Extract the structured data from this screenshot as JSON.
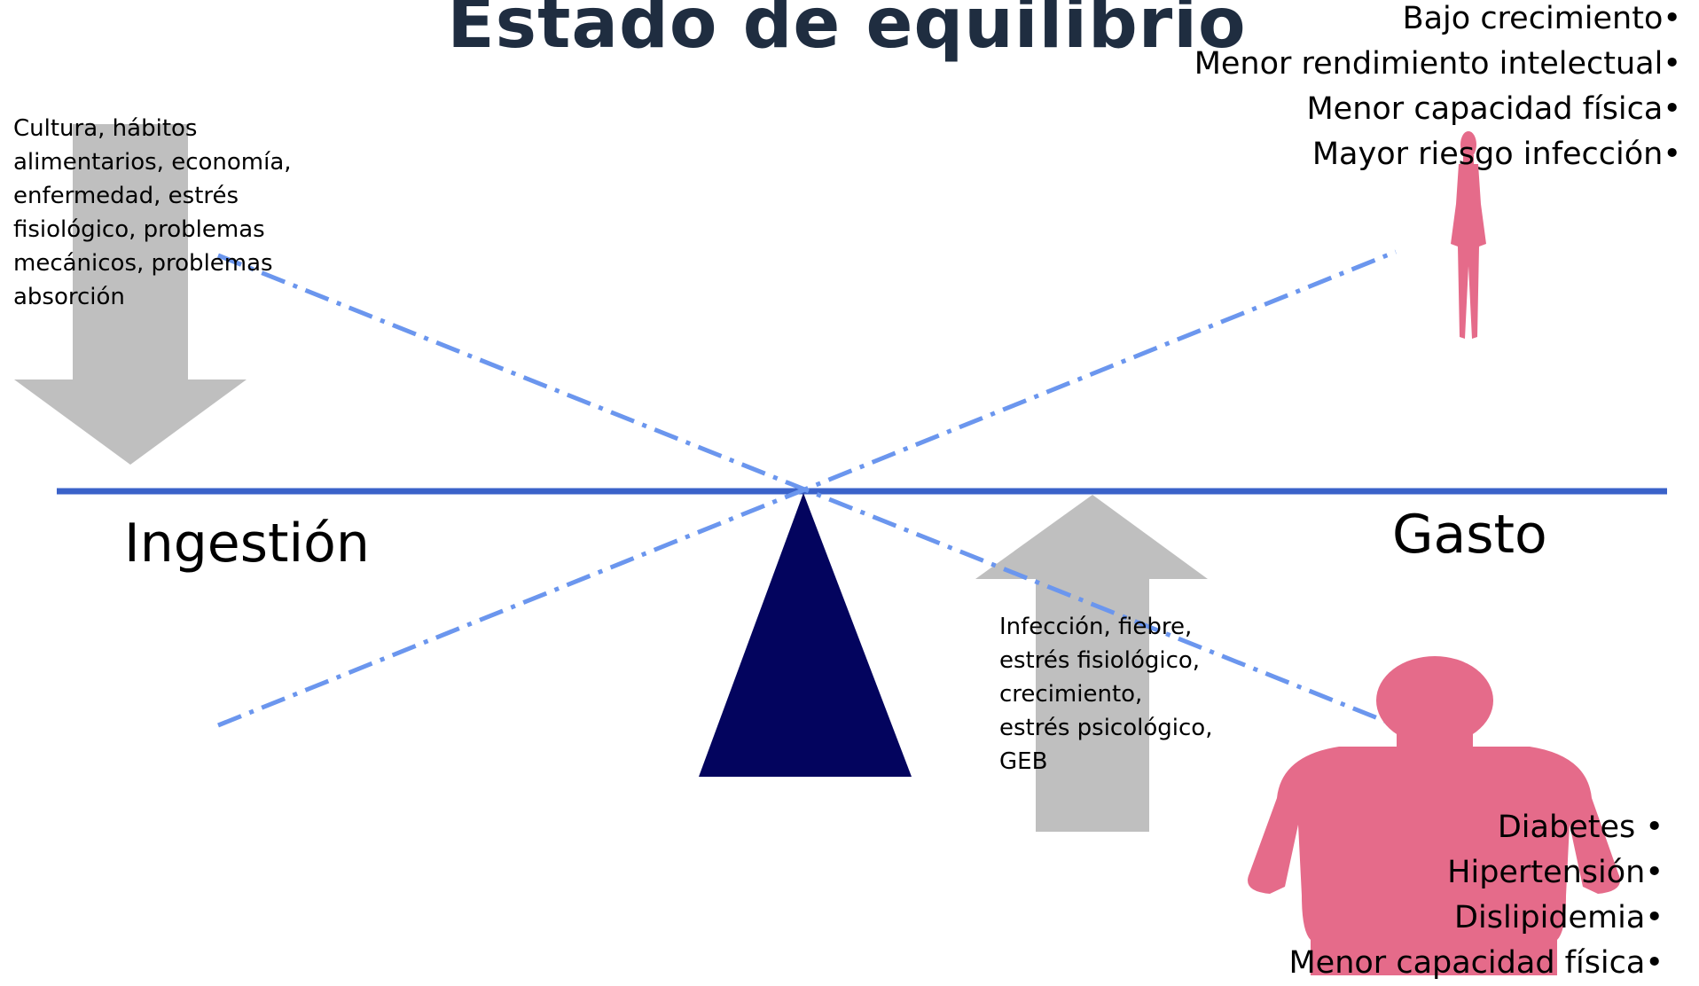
{
  "title": "Estado de equilibrio",
  "left_label": "Ingestión",
  "right_label": "Gasto",
  "intake_factors": [
    "Cultura, hábitos",
    "alimentarios, economía,",
    "enfermedad, estrés",
    "fisiológico, problemas",
    "mecánicos, problemas",
    "absorción"
  ],
  "expense_factors": [
    "Infección, fiebre,",
    "estrés fisiológico,",
    "crecimiento,",
    "estrés psicológico,",
    "GEB"
  ],
  "undernutrition_effects": [
    "Bajo crecimiento•",
    "Menor rendimiento intelectual•",
    "Menor capacidad física•",
    "Mayor riesgo infección•"
  ],
  "overnutrition_effects": [
    "Diabetes •",
    "Hipertensión•",
    "Dislipidemia•",
    "Menor capacidad física•"
  ],
  "colors": {
    "beam": "#3a62c9",
    "dashed_lines": "#6b96ee",
    "fulcrum": "#03045e",
    "arrows": "#bfbfbf",
    "figures": "#e56b8a",
    "title": "#1f2d40"
  },
  "icons": [
    "arrow-down-icon",
    "arrow-up-icon",
    "thin-woman-figure-icon",
    "obese-woman-figure-icon"
  ]
}
